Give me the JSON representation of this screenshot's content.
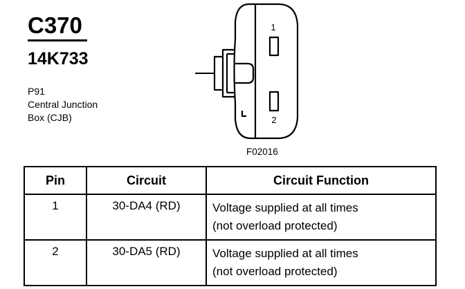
{
  "connector": {
    "id": "C370",
    "part_number": "14K733",
    "location_lines": [
      "P91",
      "Central Junction",
      "Box (CJB)"
    ]
  },
  "diagram": {
    "pin_labels": [
      "1",
      "2"
    ],
    "figure_code": "F02016"
  },
  "table": {
    "headers": {
      "pin": "Pin",
      "circuit": "Circuit",
      "function": "Circuit Function"
    },
    "rows": [
      {
        "pin": "1",
        "circuit": "30-DA4 (RD)",
        "function_lines": [
          "Voltage supplied at all times",
          "(not overload protected)"
        ]
      },
      {
        "pin": "2",
        "circuit": "30-DA5 (RD)",
        "function_lines": [
          "Voltage supplied at all times",
          "(not overload protected)"
        ]
      }
    ]
  }
}
